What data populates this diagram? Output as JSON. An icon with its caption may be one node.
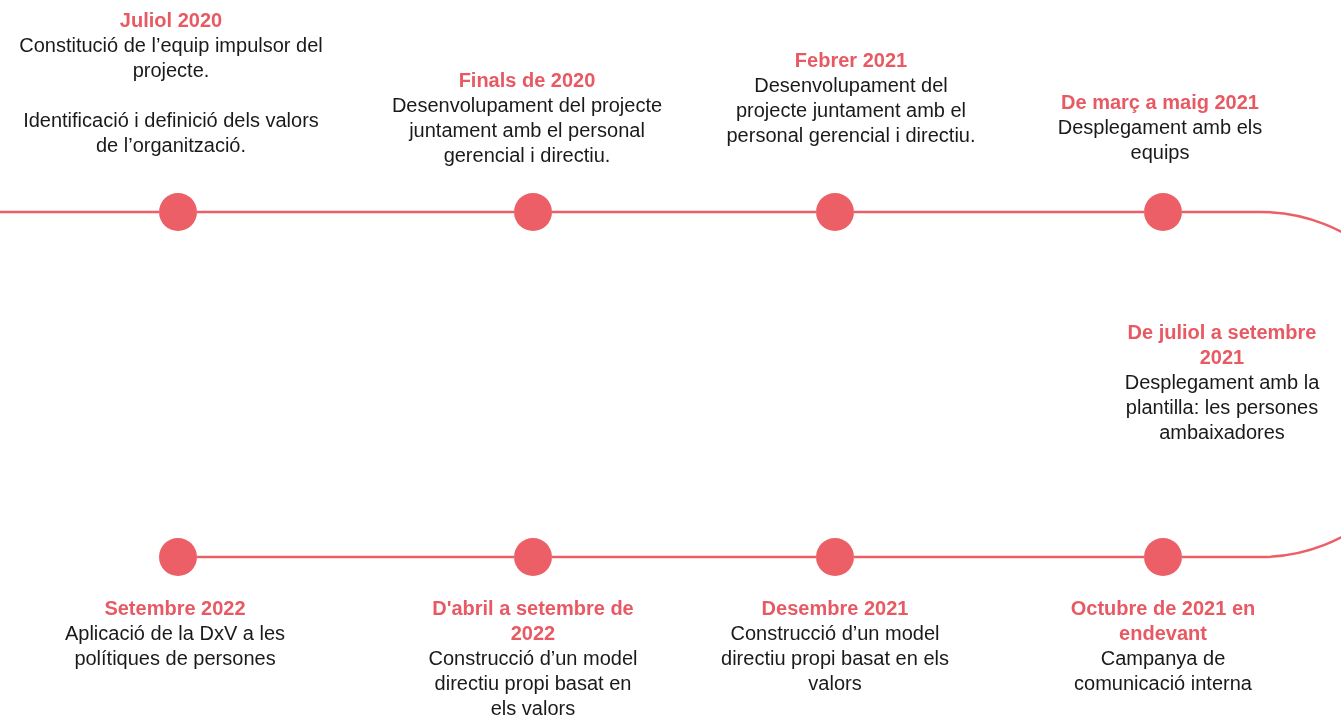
{
  "diagram": {
    "nodes": [
      {
        "text": [],
        "shape": "circle",
        "beside": [
          "Juliol 2020",
          "Constitució de l’equip impulsor del projecte.",
          "Identificació i definició dels valors de l’organització."
        ]
      },
      {
        "text": [],
        "shape": "circle",
        "beside": [
          "Finals de 2020",
          "Desenvolupament del projecte juntament amb el personal gerencial i directiu."
        ]
      },
      {
        "text": [],
        "shape": "circle",
        "beside": [
          "Febrer 2021",
          "Desenvolupament del projecte juntament amb el personal gerencial i directiu."
        ]
      },
      {
        "text": [],
        "shape": "circle",
        "beside": [
          "De març a maig 2021",
          "Desplegament amb els equips"
        ]
      },
      {
        "text": [],
        "shape": "circle",
        "beside": [
          "Octubre de 2021 en endevant",
          "Campanya de comunicació interna"
        ]
      },
      {
        "text": [],
        "shape": "circle",
        "beside": [
          "Desembre 2021",
          "Construcció d’un model directiu propi basat en els valors"
        ]
      },
      {
        "text": [],
        "shape": "circle",
        "beside": [
          "D'abril a setembre de 2022",
          "Construcció d’un model directiu propi basat en els valors"
        ]
      },
      {
        "text": [],
        "shape": "circle",
        "beside": [
          "Setembre 2022",
          "Aplicació de la DxV a les polítiques de persones"
        ]
      }
    ],
    "edges": [
      {
        "from": null,
        "to": 0,
        "arrow": "none"
      },
      {
        "from": 0,
        "to": 1,
        "arrow": "none"
      },
      {
        "from": 1,
        "to": 2,
        "arrow": "none"
      },
      {
        "from": 2,
        "to": 3,
        "arrow": "none"
      },
      {
        "from": 3,
        "to": 4,
        "arrow": "none"
      },
      {
        "from": 4,
        "to": 5,
        "arrow": "none"
      },
      {
        "from": 5,
        "to": 6,
        "arrow": "none"
      },
      {
        "from": 6,
        "to": 7,
        "arrow": "none"
      }
    ],
    "labels": [
      "De juliol a setembre 2021",
      "Desplegament amb la plantilla: les persones ambaixadores"
    ]
  }
}
